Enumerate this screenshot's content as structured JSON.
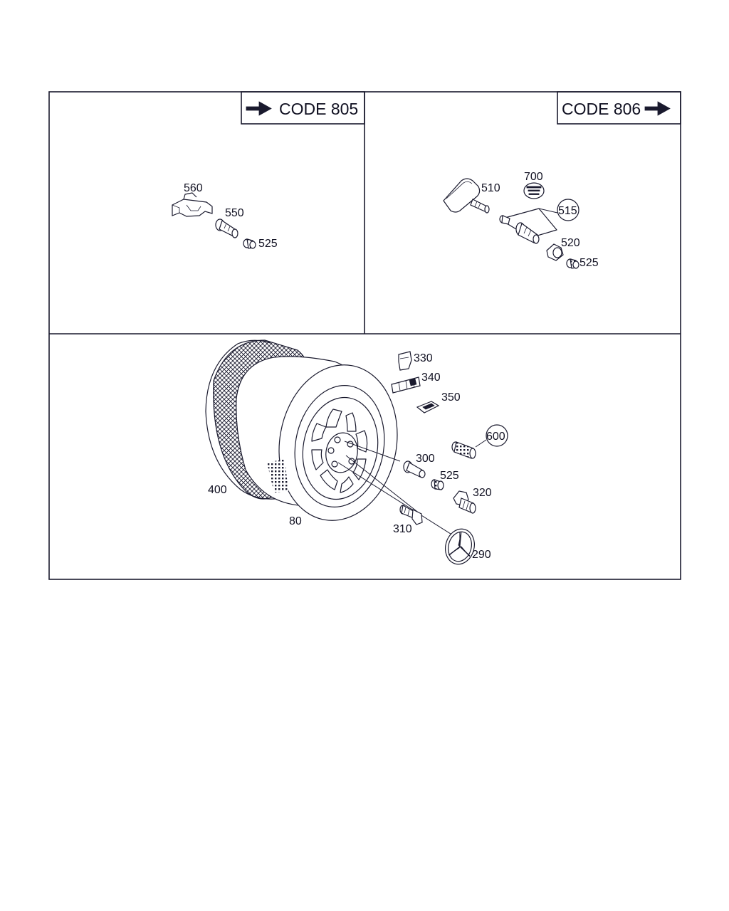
{
  "panels": {
    "code_805": {
      "code_label": "CODE 805",
      "parts": [
        {
          "id": "560",
          "label": "560",
          "icon": "valve-holder-icon"
        },
        {
          "id": "550",
          "label": "550",
          "icon": "valve-icon"
        },
        {
          "id": "525",
          "label": "525",
          "icon": "valve-cap-icon"
        }
      ]
    },
    "code_806": {
      "code_label": "CODE 806",
      "parts": [
        {
          "id": "510",
          "label": "510",
          "icon": "tire-pressure-sensor-icon"
        },
        {
          "id": "700",
          "label": "700",
          "icon": "sensor-label-icon"
        },
        {
          "id": "515",
          "label": "515",
          "icon": "valve-kit-icon",
          "circled": true
        },
        {
          "id": "520",
          "label": "520",
          "icon": "valve-nut-icon"
        },
        {
          "id": "525",
          "label": "525",
          "icon": "valve-cap-icon"
        }
      ]
    },
    "wheel": {
      "parts": [
        {
          "id": "330",
          "label": "330",
          "icon": "balance-weight-icon"
        },
        {
          "id": "340",
          "label": "340",
          "icon": "balance-weight-strip-icon"
        },
        {
          "id": "350",
          "label": "350",
          "icon": "adhesive-weight-icon"
        },
        {
          "id": "600",
          "label": "600",
          "icon": "valve-icon",
          "circled": true
        },
        {
          "id": "300",
          "label": "300",
          "icon": "valve-icon"
        },
        {
          "id": "525",
          "label": "525",
          "icon": "valve-cap-icon"
        },
        {
          "id": "320",
          "label": "320",
          "icon": "valve-icon"
        },
        {
          "id": "310",
          "label": "310",
          "icon": "wheel-bolt-icon"
        },
        {
          "id": "290",
          "label": "290",
          "icon": "star-hub-cap-icon"
        },
        {
          "id": "400",
          "label": "400",
          "icon": "tire-icon"
        },
        {
          "id": "80",
          "label": "80",
          "icon": "alloy-wheel-icon"
        }
      ]
    }
  },
  "colors": {
    "line": "#1a1a2e",
    "background": "#ffffff"
  }
}
